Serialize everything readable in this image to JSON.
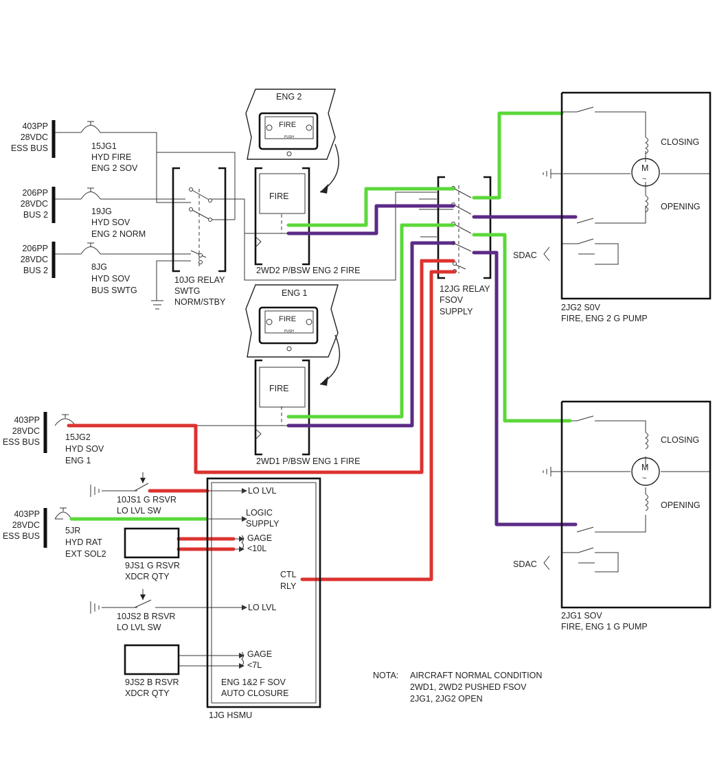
{
  "colors": {
    "green": "#5ad83a",
    "purple": "#5b2a86",
    "red": "#dc3330",
    "line": "#333333"
  },
  "buses": {
    "b1": [
      "403PP",
      "28VDC",
      "ESS BUS"
    ],
    "b2": [
      "206PP",
      "28VDC",
      "BUS 2"
    ],
    "b3": [
      "206PP",
      "28VDC",
      "BUS 2"
    ],
    "b4": [
      "403PP",
      "28VDC",
      "ESS BUS"
    ],
    "b5": [
      "403PP",
      "28VDC",
      "ESS BUS"
    ]
  },
  "breakers": {
    "cb1": [
      "15JG1",
      "HYD FIRE",
      "ENG 2 SOV"
    ],
    "cb2": [
      "19JG",
      "HYD SOV",
      "ENG 2 NORM"
    ],
    "cb3": [
      "8JG",
      "HYD SOV",
      "BUS SWTG"
    ],
    "cb4": [
      "15JG2",
      "HYD SOV",
      "ENG 1"
    ],
    "cb5": [
      "5JR",
      "HYD RAT",
      "EXT SOL2"
    ]
  },
  "relay10": [
    "10JG RELAY",
    "SWTG",
    "NORM/STBY"
  ],
  "relay12": [
    "12JG RELAY",
    "FSOV",
    "SUPPLY"
  ],
  "eng2": {
    "title": "ENG 2",
    "cover_label": "FIRE",
    "cover_small": "PUSH",
    "button": "FIRE",
    "caption": "2WD2 P/BSW ENG 2 FIRE"
  },
  "eng1": {
    "title": "ENG 1",
    "cover_label": "FIRE",
    "cover_small": "PUSH",
    "button": "FIRE",
    "caption": "2WD1 P/BSW ENG 1 FIRE"
  },
  "valve2": {
    "closing": "CLOSING",
    "opening": "OPENING",
    "motor": "M",
    "sdac": "SDAC",
    "caption": [
      "2JG2 S0V",
      "FIRE, ENG 2 G PUMP"
    ]
  },
  "valve1": {
    "closing": "CLOSING",
    "opening": "OPENING",
    "motor": "M",
    "sdac": "SDAC",
    "caption": [
      "2JG1 SOV",
      "FIRE, ENG 1 G PUMP"
    ]
  },
  "sw1": [
    "10JS1 G RSVR",
    "LO LVL SW"
  ],
  "sw2": [
    "10JS2 B RSVR",
    "LO LVL SW"
  ],
  "xdcr1": [
    "9JS1 G RSVR",
    "XDCR QTY"
  ],
  "xdcr2": [
    "9JS2 B RSVR",
    "XDCR QTY"
  ],
  "hsmu": {
    "lo_lvl_1": "LO LVL",
    "logic": [
      "LOGIC",
      "SUPPLY"
    ],
    "gage1": [
      "GAGE",
      "<10L"
    ],
    "ctl": [
      "CTL",
      "RLY"
    ],
    "lo_lvl_2": "LO LVL",
    "gage2": [
      "GAGE",
      "<7L"
    ],
    "auto": [
      "ENG 1&2 F SOV",
      "AUTO CLOSURE"
    ],
    "caption": "1JG HSMU"
  },
  "note": {
    "label": "NOTA:",
    "lines": [
      "AIRCRAFT NORMAL CONDITION",
      "2WD1, 2WD2 PUSHED FSOV",
      "2JG1, 2JG2 OPEN"
    ]
  }
}
